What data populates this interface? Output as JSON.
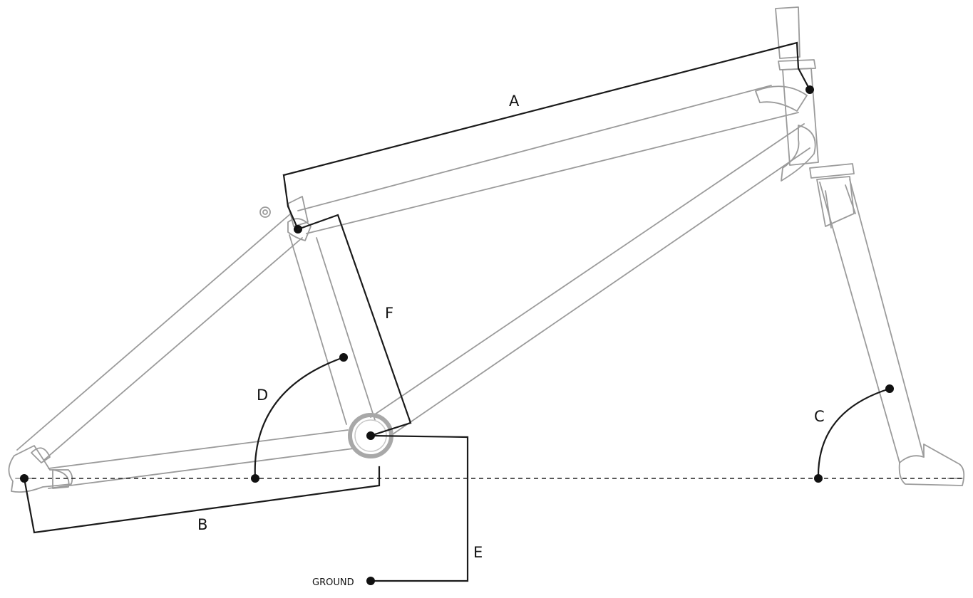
{
  "labels": {
    "a": "A",
    "b": "B",
    "c": "C",
    "d": "D",
    "e": "E",
    "f": "F",
    "ground": "GROUND"
  },
  "colors": {
    "frame_stroke": "#9b9b9b",
    "dimension_stroke": "#1a1a1a",
    "bottom_bracket_ring": "#a8a8a8"
  }
}
